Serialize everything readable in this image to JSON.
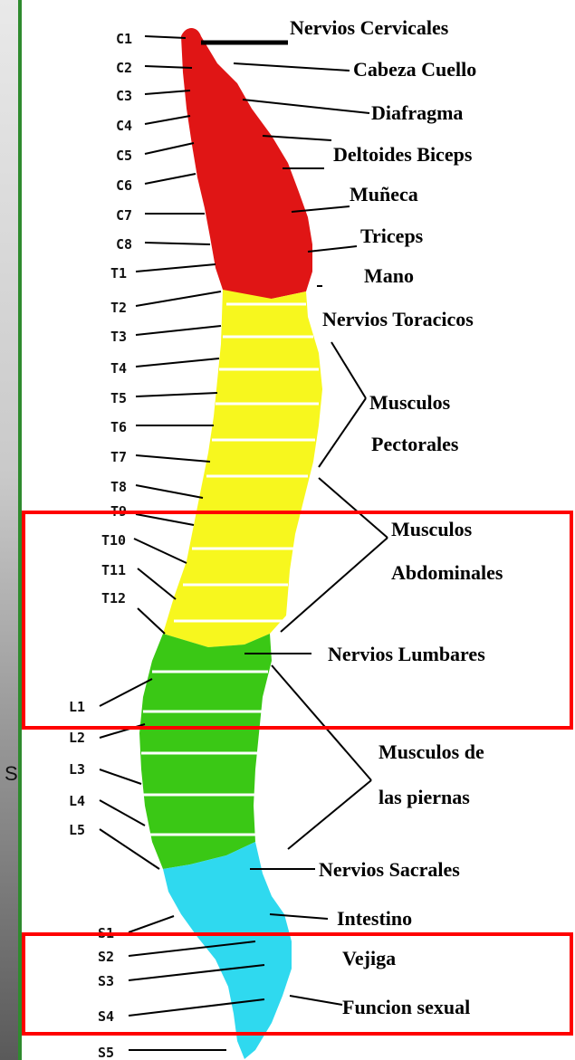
{
  "side_letter": "S",
  "vertebrae_labels": [
    {
      "id": "c1",
      "text": "C1"
    },
    {
      "id": "c2",
      "text": "C2"
    },
    {
      "id": "c3",
      "text": "C3"
    },
    {
      "id": "c4",
      "text": "C4"
    },
    {
      "id": "c5",
      "text": "C5"
    },
    {
      "id": "c6",
      "text": "C6"
    },
    {
      "id": "c7",
      "text": "C7"
    },
    {
      "id": "c8",
      "text": "C8"
    },
    {
      "id": "t1",
      "text": "T1"
    },
    {
      "id": "t2",
      "text": "T2"
    },
    {
      "id": "t3",
      "text": "T3"
    },
    {
      "id": "t4",
      "text": "T4"
    },
    {
      "id": "t5",
      "text": "T5"
    },
    {
      "id": "t6",
      "text": "T6"
    },
    {
      "id": "t7",
      "text": "T7"
    },
    {
      "id": "t8",
      "text": "T8"
    },
    {
      "id": "t9",
      "text": "T9"
    },
    {
      "id": "t10",
      "text": "T10"
    },
    {
      "id": "t11",
      "text": "T11"
    },
    {
      "id": "t12",
      "text": "T12"
    },
    {
      "id": "l1",
      "text": "L1"
    },
    {
      "id": "l2",
      "text": "L2"
    },
    {
      "id": "l3",
      "text": "L3"
    },
    {
      "id": "l4",
      "text": "L4"
    },
    {
      "id": "l5",
      "text": "L5"
    },
    {
      "id": "s1",
      "text": "S1"
    },
    {
      "id": "s2",
      "text": "S2"
    },
    {
      "id": "s3",
      "text": "S3"
    },
    {
      "id": "s4",
      "text": "S4"
    },
    {
      "id": "s5",
      "text": "S5"
    }
  ],
  "right_labels": [
    {
      "id": "nervios-cervicales",
      "text": "Nervios Cervicales"
    },
    {
      "id": "cabeza-cuello",
      "text": "Cabeza Cuello"
    },
    {
      "id": "diafragma",
      "text": "Diafragma"
    },
    {
      "id": "deltoides-biceps",
      "text": "Deltoides Biceps"
    },
    {
      "id": "muneca",
      "text": "Muñeca"
    },
    {
      "id": "triceps",
      "text": "Triceps"
    },
    {
      "id": "mano",
      "text": "Mano"
    },
    {
      "id": "nervios-toracicos",
      "text": "Nervios Toracicos"
    },
    {
      "id": "musculos-pectorales-1",
      "text": "Musculos"
    },
    {
      "id": "musculos-pectorales-2",
      "text": "Pectorales"
    },
    {
      "id": "musculos-abdominales-1",
      "text": "Musculos"
    },
    {
      "id": "musculos-abdominales-2",
      "text": "Abdominales"
    },
    {
      "id": "nervios-lumbares",
      "text": "Nervios Lumbares"
    },
    {
      "id": "musculos-piernas-1",
      "text": "Musculos de"
    },
    {
      "id": "musculos-piernas-2",
      "text": "las piernas"
    },
    {
      "id": "nervios-sacrales",
      "text": "Nervios Sacrales"
    },
    {
      "id": "intestino",
      "text": "Intestino"
    },
    {
      "id": "vejiga",
      "text": "Vejiga"
    },
    {
      "id": "funcion-sexual",
      "text": "Funcion sexual"
    }
  ],
  "colors": {
    "cervical": "#e01515",
    "thoracic": "#f7f71e",
    "lumbar": "#3ac815",
    "sacral": "#2fd9ef",
    "highlight": "#ff0000",
    "border": "#2e8b2e"
  }
}
